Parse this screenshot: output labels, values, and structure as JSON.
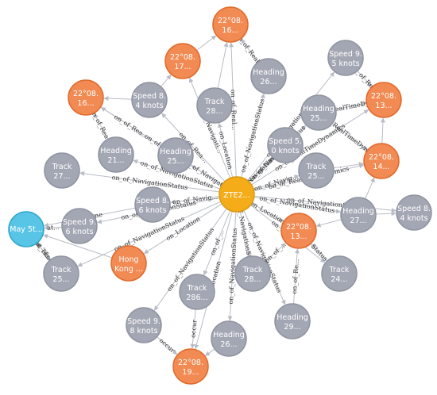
{
  "colors": {
    "center": "#f5ac19",
    "center_stroke": "#d99a10",
    "time": "#f28a53",
    "time_stroke": "#e06a2c",
    "location": "#f28a53",
    "date": "#59c5e6",
    "date_stroke": "#2ea6cc",
    "attribute": "#a3a7b3",
    "attribute_stroke": "#8f94a1",
    "edge": "#b8bcc6",
    "label_dark": "#333333",
    "label_light": "#ffffff"
  },
  "nodes": {
    "center": {
      "label": "ZTE2...",
      "type": "center"
    },
    "time_top": {
      "line1": "22°08.",
      "line2": "16...",
      "type": "time"
    },
    "time_17": {
      "line1": "22°08.",
      "line2": "17...",
      "type": "time"
    },
    "time_16_left": {
      "line1": "22°08.",
      "line2": "16...",
      "type": "time"
    },
    "time_13_top": {
      "line1": "22°08.",
      "line2": "13...",
      "type": "time"
    },
    "time_14": {
      "line1": "22°08.",
      "line2": "14...",
      "type": "time"
    },
    "time_13_mid": {
      "line1": "22°08.",
      "line2": "13...",
      "type": "time"
    },
    "time_19": {
      "line1": "22°08.",
      "line2": "19...",
      "type": "time"
    },
    "hong_kong": {
      "line1": "Hong",
      "line2": "Kong ...",
      "type": "location"
    },
    "may_date": {
      "line1": "May 5t...",
      "line2": "",
      "type": "date"
    },
    "speed_84_top": {
      "line1": "Speed 8.",
      "line2": "4 knots",
      "type": "attribute"
    },
    "speed_95_top": {
      "line1": "Speed 9.",
      "line2": "5 knots",
      "type": "attribute"
    },
    "speed_50": {
      "line1": "Speed 5.",
      "line2": "0 knots",
      "type": "attribute"
    },
    "speed_86": {
      "line1": "Speed 8.",
      "line2": "6 knots",
      "type": "attribute"
    },
    "speed_96": {
      "line1": "Speed 9.",
      "line2": "6 knots",
      "type": "attribute"
    },
    "speed_84_right": {
      "line1": "Speed 8.",
      "line2": "4 knots",
      "type": "attribute"
    },
    "speed_98": {
      "line1": "Speed 9.",
      "line2": "8 knots",
      "type": "attribute"
    },
    "heading_26_top": {
      "line1": "Heading",
      "line2": "26...",
      "type": "attribute"
    },
    "heading_25_right": {
      "line1": "Heading",
      "line2": "25...",
      "type": "attribute"
    },
    "heading_21": {
      "line1": "Heading",
      "line2": "21...",
      "type": "attribute"
    },
    "heading_25_mid": {
      "line1": "Heading",
      "line2": "25...",
      "type": "attribute"
    },
    "heading_27": {
      "line1": "Heading",
      "line2": "27...",
      "type": "attribute"
    },
    "heading_29": {
      "line1": "Heading",
      "line2": "29...",
      "type": "attribute"
    },
    "heading_26_bottom": {
      "line1": "Heading",
      "line2": "26...",
      "type": "attribute"
    },
    "track_28_top": {
      "line1": "Track",
      "line2": "28...",
      "type": "attribute"
    },
    "track_27": {
      "line1": "Track",
      "line2": "27...",
      "type": "attribute"
    },
    "track_25_right": {
      "line1": "Track",
      "line2": "25...",
      "type": "attribute"
    },
    "track_25_left": {
      "line1": "Track",
      "line2": "25...",
      "type": "attribute"
    },
    "track_286": {
      "line1": "Track",
      "line2": "286...",
      "type": "attribute"
    },
    "track_28_bottom": {
      "line1": "Track",
      "line2": "28...",
      "type": "attribute"
    },
    "track_24": {
      "line1": "Track",
      "line2": "24...",
      "type": "attribute"
    }
  },
  "edges": [
    {
      "from": "center",
      "to": "time_top",
      "label": "on_of_Real..."
    },
    {
      "from": "center",
      "to": "time_17",
      "label": "on_of_Navigati..."
    },
    {
      "from": "center",
      "to": "time_16_left",
      "label": "on_of_Rea..."
    },
    {
      "from": "center",
      "to": "time_13_top",
      "label": "on_of_RealTimeDynamics"
    },
    {
      "from": "center",
      "to": "time_14",
      "label": "on_of_RealTimeDynamics"
    },
    {
      "from": "center",
      "to": "time_13_mid",
      "label": "on_Location"
    },
    {
      "from": "center",
      "to": "time_19",
      "label": "on_Location"
    },
    {
      "from": "center",
      "to": "hong_kong",
      "label": "on_Location"
    },
    {
      "from": "center",
      "to": "speed_84_top",
      "label": "on_of_Rea..."
    },
    {
      "from": "center",
      "to": "speed_95_top",
      "label": "on_of_NavigationStatus"
    },
    {
      "from": "center",
      "to": "speed_50",
      "label": "on_of_NavigationStatus"
    },
    {
      "from": "center",
      "to": "speed_86",
      "label": "on_of_Navig..."
    },
    {
      "from": "center",
      "to": "speed_96",
      "label": "on_of_NavigationStatus"
    },
    {
      "from": "center",
      "to": "speed_84_right",
      "label": "on_of_NavigationStatus"
    },
    {
      "from": "center",
      "to": "speed_98",
      "label": "on_of_NavigationStatus"
    },
    {
      "from": "center",
      "to": "heading_26_top",
      "label": "on_of_NavigationStatus"
    },
    {
      "from": "center",
      "to": "heading_25_right",
      "label": "on_of_NavigationStatus"
    },
    {
      "from": "center",
      "to": "heading_21",
      "label": "on_of_NavigationStatus"
    },
    {
      "from": "center",
      "to": "heading_25_mid",
      "label": "on_of_Navigati..."
    },
    {
      "from": "center",
      "to": "heading_27",
      "label": "on_of_NavigationStatus"
    },
    {
      "from": "center",
      "to": "heading_29",
      "label": "on_of_NavigationStatus"
    },
    {
      "from": "center",
      "to": "heading_26_bottom",
      "label": "on_of_NavigationStatus"
    },
    {
      "from": "center",
      "to": "track_28_top",
      "label": "on_Location"
    },
    {
      "from": "center",
      "to": "track_27",
      "label": "on_of_NavigationStatus"
    },
    {
      "from": "center",
      "to": "track_25_right",
      "label": "on_of_Navig..."
    },
    {
      "from": "center",
      "to": "track_25_left",
      "label": "on_of_NavigationStatus"
    },
    {
      "from": "center",
      "to": "track_286",
      "label": "on_of_..."
    },
    {
      "from": "center",
      "to": "track_28_bottom",
      "label": "on_of_NavigationStatus"
    },
    {
      "from": "center",
      "to": "track_24",
      "label": "on_Location"
    },
    {
      "from": "speed_84_top",
      "to": "time_17",
      "label": ""
    },
    {
      "from": "speed_84_top",
      "to": "time_16_left",
      "label": ""
    },
    {
      "from": "track_28_top",
      "to": "time_top",
      "label": ""
    },
    {
      "from": "heading_21",
      "to": "time_16_left",
      "label": "on_of_Rea..."
    },
    {
      "from": "heading_25_mid",
      "to": "time_16_left",
      "label": "on_of_Rea..."
    },
    {
      "from": "time_17",
      "to": "time_top",
      "label": ""
    },
    {
      "from": "heading_26_top",
      "to": "time_top",
      "label": "on_of_Real..."
    },
    {
      "from": "speed_95_top",
      "to": "time_13_top",
      "label": "on_of_Re..."
    },
    {
      "from": "heading_25_right",
      "to": "time_13_top",
      "label": "on_of_RealTimeDynamics"
    },
    {
      "from": "heading_25_right",
      "to": "time_14",
      "label": "on_of_RealTimeDynamics"
    },
    {
      "from": "track_25_right",
      "to": "time_14",
      "label": ""
    },
    {
      "from": "time_14",
      "to": "time_13_top",
      "label": ""
    },
    {
      "from": "heading_27",
      "to": "time_14",
      "label": ""
    },
    {
      "from": "heading_27",
      "to": "speed_84_right",
      "label": ""
    },
    {
      "from": "heading_27",
      "to": "time_13_mid",
      "label": ""
    },
    {
      "from": "track_24",
      "to": "time_13_mid",
      "label": "Status"
    },
    {
      "from": "heading_29",
      "to": "time_13_mid",
      "label": "on_of_Re..."
    },
    {
      "from": "track_28_bottom",
      "to": "time_13_mid",
      "label": "on_of_..."
    },
    {
      "from": "speed_98",
      "to": "time_19",
      "label": "occur"
    },
    {
      "from": "track_286",
      "to": "time_19",
      "label": "occur"
    },
    {
      "from": "heading_26_bottom",
      "to": "time_19",
      "label": ""
    },
    {
      "from": "speed_96",
      "to": "may_date",
      "label": "at..."
    },
    {
      "from": "track_25_left",
      "to": "may_date",
      "label": "at_Time"
    },
    {
      "from": "hong_kong",
      "to": "may_date",
      "label": ""
    },
    {
      "from": "speed_86",
      "to": "may_date",
      "label": "at_Time"
    },
    {
      "from": "may_date",
      "to": "track_25_left",
      "label": "at_of..."
    }
  ]
}
